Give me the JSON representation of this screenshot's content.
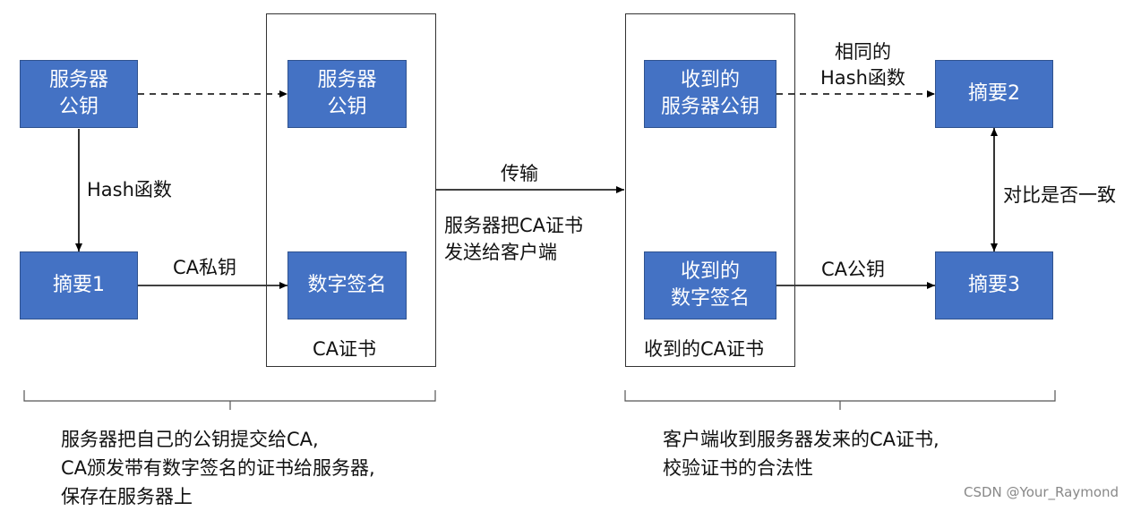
{
  "server_section": {
    "server_pubkey": "服务器\n公钥",
    "digest1": "摘要1",
    "hash_label": "Hash函数",
    "ca_privkey_label": "CA私钥"
  },
  "ca_cert": {
    "label": "CA证书",
    "pubkey_box": "服务器\n公钥",
    "signature_box": "数字签名"
  },
  "transfer": {
    "label": "传输",
    "caption": "服务器把CA证书\n发送给客户端"
  },
  "received_cert": {
    "label": "收到的CA证书",
    "pubkey_box": "收到的\n服务器公钥",
    "signature_box": "收到的\n数字签名"
  },
  "client_section": {
    "same_hash_label": "相同的\nHash函数",
    "digest2": "摘要2",
    "digest3": "摘要3",
    "ca_pubkey_label": "CA公钥",
    "compare_label": "对比是否一致"
  },
  "notes": {
    "left": "服务器把自己的公钥提交给CA,\nCA颁发带有数字签名的证书给服务器,\n保存在服务器上",
    "right": "客户端收到服务器发来的CA证书,\n校验证书的合法性"
  },
  "watermark": "CSDN @Your_Raymond",
  "colors": {
    "box_fill": "#4472C4",
    "box_border": "#2F528F",
    "line": "#000000"
  }
}
